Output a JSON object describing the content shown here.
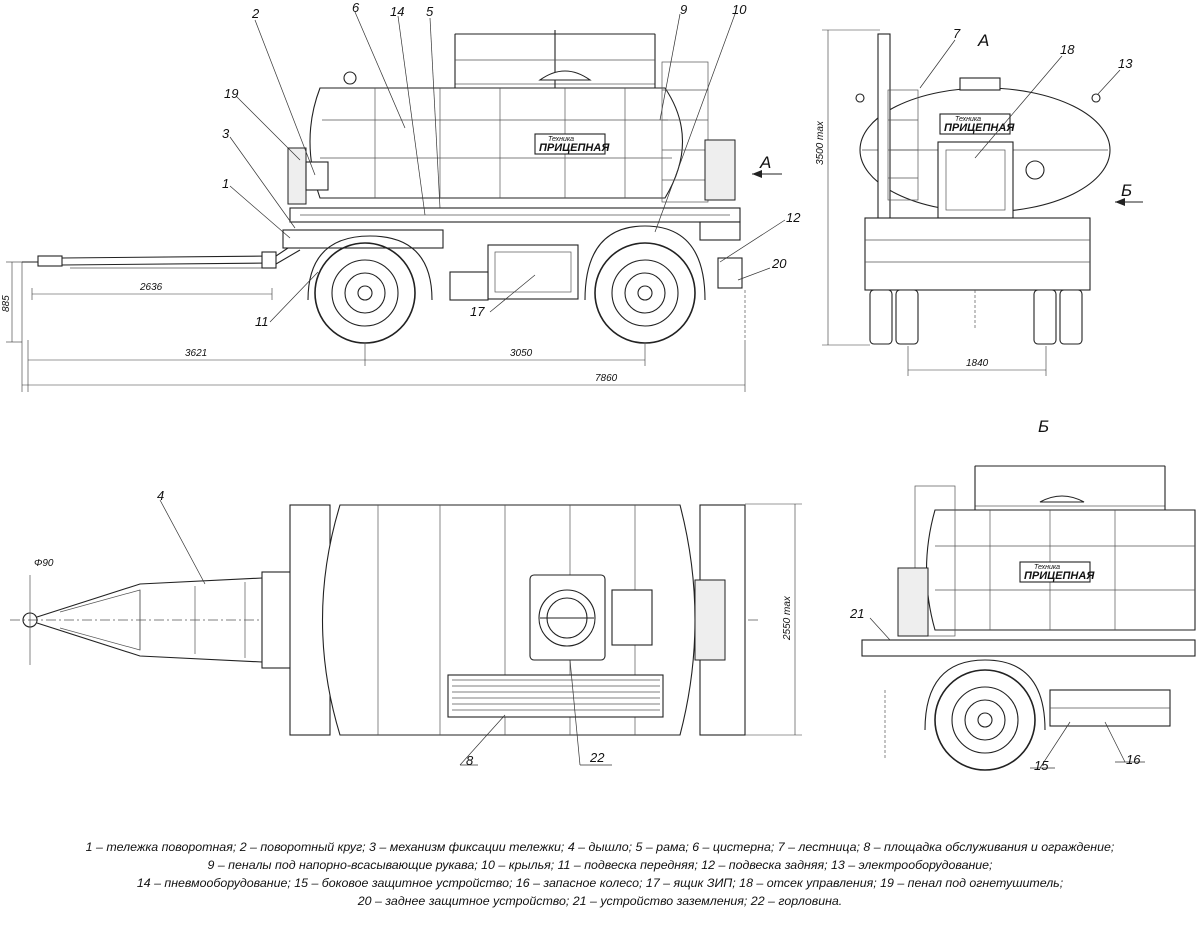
{
  "callouts": {
    "n1": "1",
    "n2": "2",
    "n3": "3",
    "n4": "4",
    "n5": "5",
    "n6": "6",
    "n7": "7",
    "n8": "8",
    "n9": "9",
    "n10": "10",
    "n11": "11",
    "n12": "12",
    "n13": "13",
    "n14": "14",
    "n15": "15",
    "n16": "16",
    "n17": "17",
    "n18": "18",
    "n19": "19",
    "n20": "20",
    "n21": "21",
    "n22": "22"
  },
  "view_labels": {
    "a_arrow": "А",
    "a_title": "А",
    "b_arrow": "Б",
    "b_title": "Б"
  },
  "dimensions": {
    "d885": "885",
    "d2636": "2636",
    "d3621": "3621",
    "d3050": "3050",
    "d7860": "7860",
    "d3500": "3500 max",
    "d1840": "1840",
    "d2550": "2550 max",
    "dphi90": "Φ90"
  },
  "logo": {
    "top": "Техника",
    "bottom": "ПРИЦЕПНАЯ"
  },
  "legend": {
    "line1": "1 – тележка поворотная; 2 – поворотный круг; 3 – механизм фиксации тележки; 4 – дышло; 5 – рама; 6 – цистерна; 7 – лестница; 8 – площадка обслуживания и ограждение;",
    "line2": "9 – пеналы под напорно-всасывающие рукава; 10 – крылья; 11 – подвеска передняя; 12 – подвеска задняя; 13 – электрооборудование;",
    "line3": "14 – пневмооборудование; 15 – боковое защитное устройство; 16 – запасное колесо; 17 – ящик ЗИП; 18 – отсек управления; 19 – пенал под огнетушитель;",
    "line4": "20 – заднее защитное устройство; 21 – устройство заземления; 22 – горловина."
  }
}
